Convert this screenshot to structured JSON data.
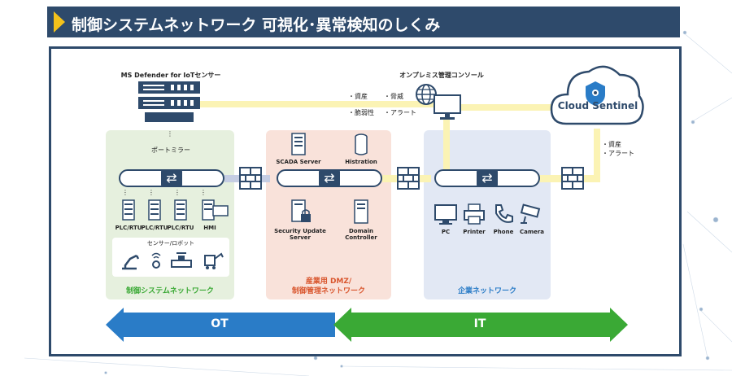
{
  "header": {
    "title": "制御システムネットワーク 可視化･異常検知のしくみ"
  },
  "sensor": {
    "title": "MS Defender for IoTセンサー"
  },
  "console": {
    "title": "オンプレミス管理コンソール",
    "bullets_left": [
      "・資産",
      "・脆弱性"
    ],
    "bullets_right": [
      "・脅威",
      "・アラート"
    ]
  },
  "cloud": {
    "label": "Cloud Sentinel",
    "bullets": [
      "・資産",
      "・アラート"
    ]
  },
  "ot_zone": {
    "port_mirror": "ポートミラー",
    "devices": [
      "PLC/RTU",
      "PLC/RTU",
      "PLC/RTU",
      "HMI"
    ],
    "sensors_title": "センサー/ロボット",
    "label": "制御システムネットワーク"
  },
  "dmz_zone": {
    "servers": [
      "SCADA Server",
      "Histration",
      "Security Update Server",
      "Domain Controller"
    ],
    "label_line1": "産業用 DMZ/",
    "label_line2": "制御管理ネットワーク"
  },
  "it_zone": {
    "devices": [
      "PC",
      "Printer",
      "Phone",
      "Camera"
    ],
    "label": "企業ネットワーク"
  },
  "arrows": {
    "ot": "OT",
    "it": "IT"
  },
  "colors": {
    "navy": "#2e4a6b",
    "yellow": "#f4c21b",
    "green": "#3aa935",
    "blue": "#2a7cc7",
    "ot_zone": "#e6f0de",
    "dmz_zone": "#f9e2da",
    "it_zone": "#e2e8f4",
    "line": "#fbf3b4"
  }
}
